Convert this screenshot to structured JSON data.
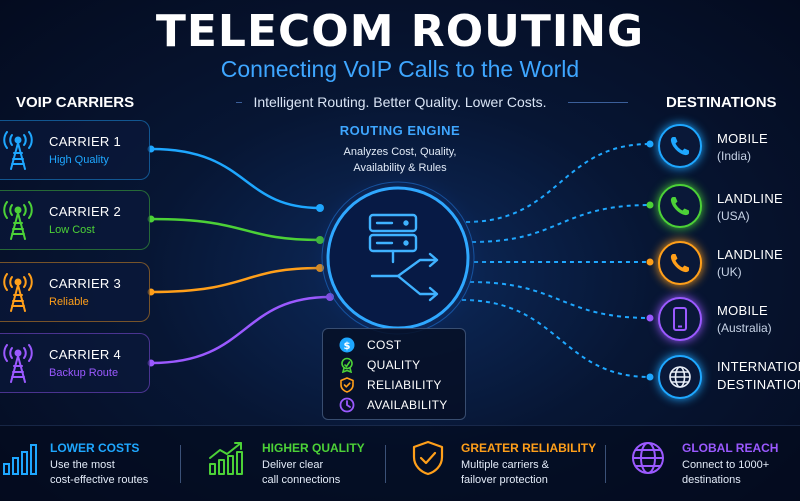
{
  "header": {
    "title": "TELECOM ROUTING",
    "subtitle": "Connecting VoIP Calls to the World",
    "tagline": "Intelligent Routing. Better Quality. Lower Costs."
  },
  "carriers_section": {
    "heading": "VOIP CARRIERS",
    "items": [
      {
        "name": "CARRIER 1",
        "desc": "High Quality",
        "color": "#1ea7ff",
        "icon": "antenna-tower-icon"
      },
      {
        "name": "CARRIER 2",
        "desc": "Low Cost",
        "color": "#4cd137",
        "icon": "antenna-tower-icon"
      },
      {
        "name": "CARRIER 3",
        "desc": "Reliable",
        "color": "#ff9f1a",
        "icon": "antenna-tower-icon"
      },
      {
        "name": "CARRIER 4",
        "desc": "Backup Route",
        "color": "#9b59ff",
        "icon": "antenna-tower-icon"
      }
    ]
  },
  "engine": {
    "title": "ROUTING ENGINE",
    "desc_lines": [
      "Analyzes Cost, Quality,",
      "Availability & Rules"
    ],
    "icon": "server-routing-icon",
    "factors": [
      {
        "label": "COST",
        "icon": "dollar-icon",
        "color": "#1ea7ff"
      },
      {
        "label": "QUALITY",
        "icon": "award-icon",
        "color": "#4cd137"
      },
      {
        "label": "RELIABILITY",
        "icon": "shield-check-icon",
        "color": "#ff9f1a"
      },
      {
        "label": "AVAILABILITY",
        "icon": "clock-icon",
        "color": "#9b59ff"
      }
    ]
  },
  "destinations_section": {
    "heading": "DESTINATIONS",
    "items": [
      {
        "name": "MOBILE",
        "sub": "(India)",
        "color": "#1ea7ff",
        "icon": "phone-icon"
      },
      {
        "name": "LANDLINE",
        "sub": "(USA)",
        "color": "#4cd137",
        "icon": "phone-icon"
      },
      {
        "name": "LANDLINE",
        "sub": "(UK)",
        "color": "#ff9f1a",
        "icon": "phone-icon"
      },
      {
        "name": "MOBILE",
        "sub": "(Australia)",
        "color": "#9b59ff",
        "icon": "smartphone-icon"
      },
      {
        "name": "INTERNATIONAL",
        "sub": "DESTINATIONS",
        "color": "#1ea7ff",
        "icon": "globe-icon"
      }
    ]
  },
  "benefits": [
    {
      "title": "LOWER COSTS",
      "desc_lines": [
        "Use the most",
        "cost-effective routes"
      ],
      "color": "#1ea7ff",
      "icon": "bar-chart-icon"
    },
    {
      "title": "HIGHER QUALITY",
      "desc_lines": [
        "Deliver clear",
        "call connections"
      ],
      "color": "#4cd137",
      "icon": "trend-up-icon"
    },
    {
      "title": "GREATER RELIABILITY",
      "desc_lines": [
        "Multiple carriers &",
        "failover protection"
      ],
      "color": "#ff9f1a",
      "icon": "shield-check-icon"
    },
    {
      "title": "GLOBAL REACH",
      "desc_lines": [
        "Connect to 1000+",
        "destinations"
      ],
      "color": "#9b59ff",
      "icon": "globe-icon"
    }
  ]
}
